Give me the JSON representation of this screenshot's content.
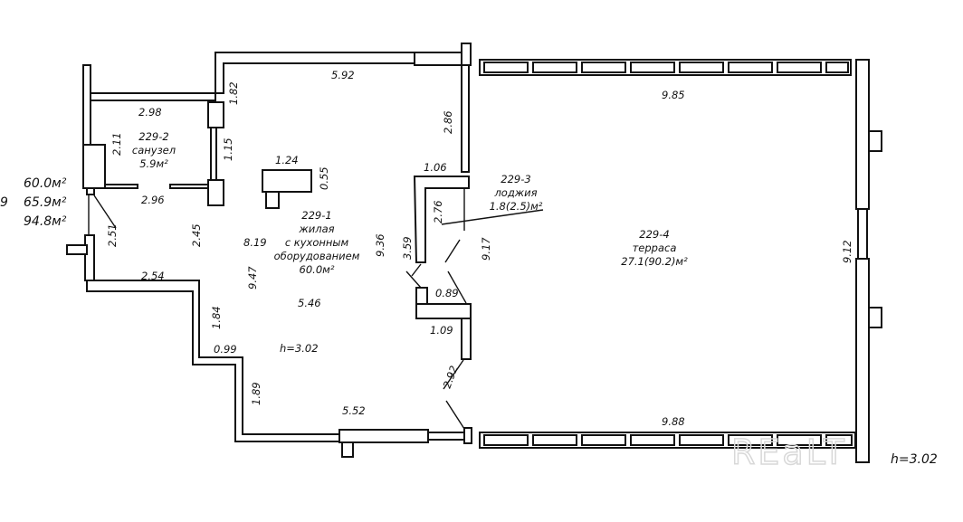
{
  "rooms": {
    "living": {
      "code": "229-1",
      "name": "жилая",
      "name2": "с кухонным",
      "name3": "оборудованием",
      "area": "60.0м²"
    },
    "bath": {
      "code": "229-2",
      "name": "санузел",
      "area": "5.9м²"
    },
    "loggia": {
      "code": "229-3",
      "name": "лоджия",
      "area": "1.8(2.5)м²"
    },
    "terrace": {
      "code": "229-4",
      "name": "терраса",
      "area": "27.1(90.2)м²"
    }
  },
  "totals": {
    "prefix": "9",
    "a": "60.0м²",
    "b": "65.9м²",
    "c": "94.8м²"
  },
  "dims": {
    "d592": "5.92",
    "d182": "1.82",
    "d298": "2.98",
    "d211": "2.11",
    "d115": "1.15",
    "d124": "1.24",
    "d055": "0.55",
    "d296": "2.96",
    "d251": "2.51",
    "d245": "2.45",
    "d819": "8.19",
    "d947": "9.47",
    "d254": "2.54",
    "d546": "5.46",
    "d184": "1.84",
    "d099": "0.99",
    "d189": "1.89",
    "d552": "5.52",
    "d286": "2.86",
    "d106": "1.06",
    "d276": "2.76",
    "d359": "3.59",
    "d936": "9.36",
    "d917": "9.17",
    "d089": "0.89",
    "d109": "1.09",
    "d292": "2.92",
    "d985": "9.85",
    "d988": "9.88",
    "d912": "9.12"
  },
  "heights": {
    "living": "h=3.02",
    "terrace": "h=3.02"
  },
  "watermark": "REaLT"
}
